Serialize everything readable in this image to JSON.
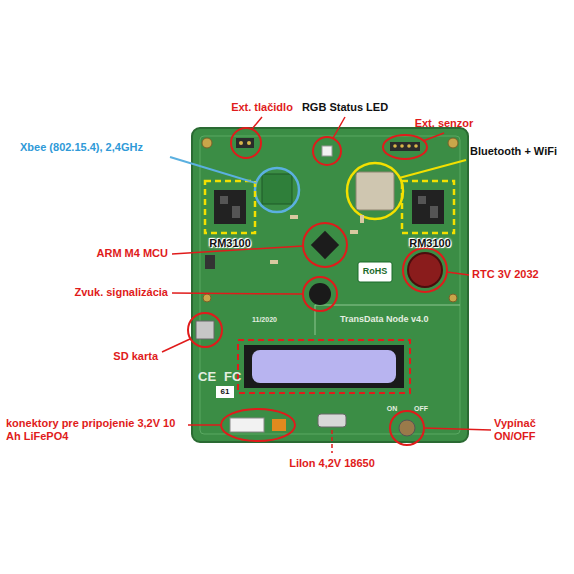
{
  "diagram": {
    "labels": [
      "Ext. tlačidlo",
      "RGB Status LED",
      "Ext. senzor",
      "Xbee (802.15.4), 2,4GHz",
      "Bluetooth + WiFi",
      "RM3100",
      "RM3100",
      "ARM M4 MCU",
      "Zvuk. signalizácia",
      "SD karta",
      "RTC 3V 2032",
      "konektory pre pripojenie 3,2V 10 Ah LiFePO4",
      "LiIon 4,2V 18650",
      "Vypínač ON/OFF",
      "TransData Node v4.0",
      "11/2020",
      "61",
      "RoHS",
      "ON",
      "OFF",
      "CE",
      "FC"
    ]
  }
}
